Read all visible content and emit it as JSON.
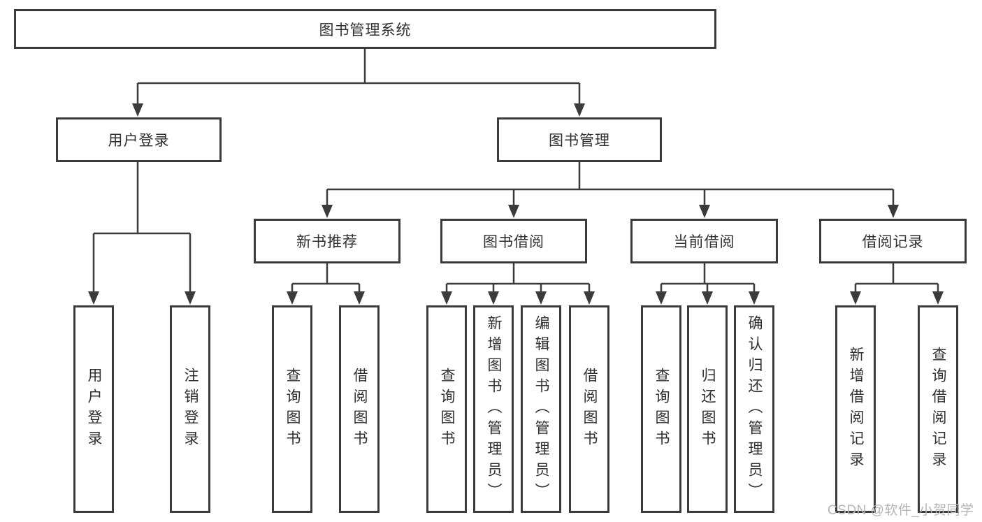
{
  "nodes": {
    "root": {
      "label": "图书管理系统"
    },
    "user_login": {
      "label": "用户登录"
    },
    "book_mgmt": {
      "label": "图书管理"
    },
    "new_book": {
      "label": "新书推荐"
    },
    "borrow": {
      "label": "图书借阅"
    },
    "current": {
      "label": "当前借阅"
    },
    "records": {
      "label": "借阅记录"
    },
    "leaf_user_login": {
      "label": "用户登录"
    },
    "leaf_logout": {
      "label": "注销登录"
    },
    "leaf_nb_query": {
      "label": "查询图书"
    },
    "leaf_nb_borrow": {
      "label": "借阅图书"
    },
    "leaf_bb_query": {
      "label": "查询图书"
    },
    "leaf_bb_add": {
      "label": "新增图书（管理员）"
    },
    "leaf_bb_edit": {
      "label": "编辑图书（管理员）"
    },
    "leaf_bb_borrow": {
      "label": "借阅图书"
    },
    "leaf_cb_query": {
      "label": "查询图书"
    },
    "leaf_cb_return": {
      "label": "归还图书"
    },
    "leaf_cb_confirm": {
      "label": "确认归还（管理员）"
    },
    "leaf_br_add": {
      "label": "新增借阅记录"
    },
    "leaf_br_query": {
      "label": "查询借阅记录"
    }
  },
  "watermark": {
    "text": "CSDN @软件_小贺同学"
  },
  "colors": {
    "line": "#3b3b3b",
    "text": "#2f2f2f",
    "background": "#ffffff",
    "watermark": "#b5b5b5"
  }
}
